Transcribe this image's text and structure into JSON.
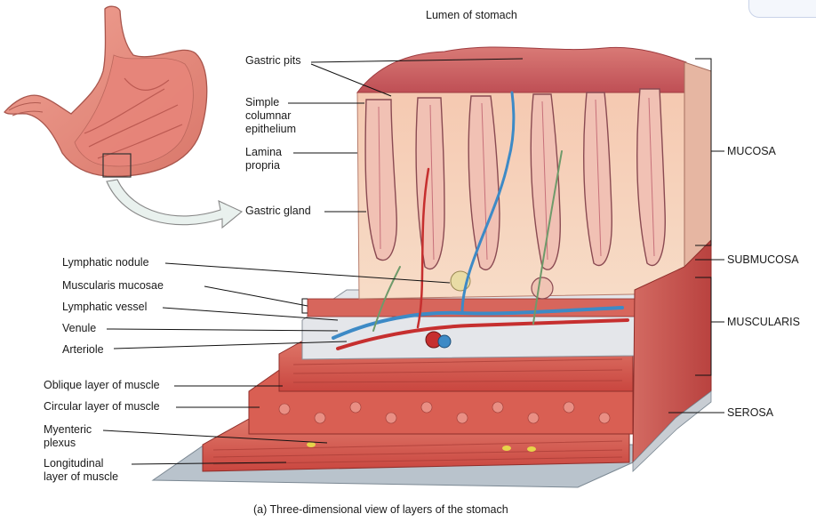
{
  "title": "Lumen of stomach",
  "caption": "(a) Three-dimensional view of layers of the stomach",
  "labels_left": {
    "gastric_pits": "Gastric pits",
    "simple_columnar_epithelium": "Simple\ncolumnar\nepithelium",
    "lamina_propria": "Lamina\npropria",
    "gastric_gland": "Gastric gland",
    "lymphatic_nodule": "Lymphatic nodule",
    "muscularis_mucosae": "Muscularis mucosae",
    "lymphatic_vessel": "Lymphatic vessel",
    "venule": "Venule",
    "arteriole": "Arteriole",
    "oblique_layer": "Oblique layer of muscle",
    "circular_layer": "Circular layer of muscle",
    "myenteric_plexus": "Myenteric\nplexus",
    "longitudinal_layer": "Longitudinal\nlayer of muscle"
  },
  "labels_right": {
    "mucosa": "MUCOSA",
    "submucosa": "SUBMUCOSA",
    "muscularis": "MUSCULARIS",
    "serosa": "SEROSA"
  },
  "colors": {
    "tissue_pink": "#e8a59a",
    "mucosa_top": "#c9585b",
    "lamina_propria": "#f6d3bd",
    "muscle_red": "#cf5148",
    "submucosa_gray": "#e4e6ea",
    "vein_blue": "#3d8ac6",
    "artery_red": "#c62f2f",
    "nerve_green": "#6f9a6a",
    "arrow_fill": "#e9f1ee"
  }
}
